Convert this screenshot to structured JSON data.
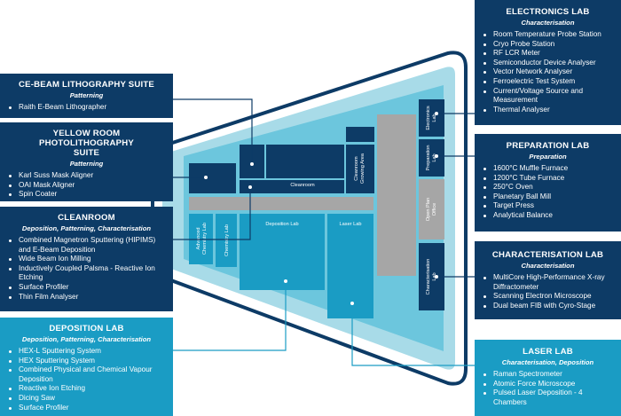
{
  "panels": {
    "electronics": {
      "title": "ELECTRONICS LAB",
      "subtitle": "Characterisation",
      "items": [
        "Room Temperature Probe Station",
        "Cryo Probe Station",
        "RF LCR Meter",
        "Semiconductor Device Analyser",
        "Vector Network Analyser",
        "Ferroelectric Test System",
        "Current/Voltage Source and Measurement",
        "Thermal Analyser"
      ]
    },
    "ebeam": {
      "title": "CE-BEAM LITHOGRAPHY SUITE",
      "subtitle": "Patterning",
      "items": [
        "Raith E-Beam Lithographer"
      ]
    },
    "yellow": {
      "title": "YELLOW ROOM PHOTOLITHOGRAPHY SUITE",
      "subtitle": "Patterning",
      "items": [
        "Karl Suss Mask Aligner",
        "OAI Mask Aligner",
        "Spin Coater"
      ]
    },
    "preparation": {
      "title": "PREPARATION LAB",
      "subtitle": "Preparation",
      "items": [
        "1600°C Muffle Furnace",
        "1200°C Tube Furnace",
        "250°C Oven",
        "Planetary Ball Mill",
        "Target Press",
        "Analytical Balance"
      ]
    },
    "cleanroom": {
      "title": "CLEANROOM",
      "subtitle": "Deposition, Patterning, Characterisation",
      "items": [
        "Combined Magnetron Sputtering (HIPIMS) and E-Beam Deposition",
        "Wide Beam Ion Milling",
        "Inductively Coupled Palsma - Reactive Ion Etching",
        "Surface Profiler",
        "Thin Film Analyser"
      ]
    },
    "characterisation": {
      "title": "CHARACTERISATION LAB",
      "subtitle": "Characterisation",
      "items": [
        "MultiCore High-Performance X-ray Diffractometer",
        "Scanning Electron Microscope",
        "Dual beam FIB with Cyro-Stage"
      ]
    },
    "deposition": {
      "title": "DEPOSITION LAB",
      "subtitle": "Deposition, Patterning, Characterisation",
      "items": [
        "HEX-L Sputtering System",
        "HEX Sputtering System",
        "Combined Physical and Chemical Vapour Deposition",
        "Reactive Ion Etching",
        "Dicing Saw",
        "Surface Profiler"
      ]
    },
    "laser": {
      "title": "LASER LAB",
      "subtitle": "Characterisation, Deposition",
      "items": [
        "Raman Spectrometer",
        "Atomic Force Microscope",
        "Pulsed Laser Deposition - 4 Chambers"
      ]
    }
  },
  "rooms": {
    "cleanroom": "Cleanroom",
    "growing": [
      "Cleanroom",
      "Growing Area"
    ],
    "deposition": "Deposition Lab",
    "laser": "Laser Lab",
    "advanced": [
      "Advanced",
      "Chemistry Lab"
    ],
    "chemistry": "Chemistry Lab",
    "electronics": [
      "Electronics",
      "Lab"
    ],
    "preparation": [
      "Preparation",
      "Lab"
    ],
    "openplan": [
      "Open Plan",
      "Office"
    ],
    "characterisation": [
      "Characterisation",
      "Lab"
    ]
  },
  "colors": {
    "dark_panel": "#0d3b66",
    "light_panel": "#1a9cc4",
    "outline": "#0d3b66",
    "floor": "#a8dbe8",
    "inner": "#6cc6dd",
    "corridor": "#a6a6a6",
    "room_light": "#1a9cc4",
    "room_dark": "#0d3b66"
  }
}
